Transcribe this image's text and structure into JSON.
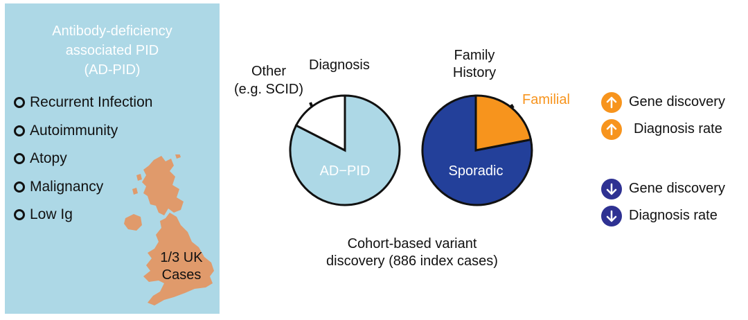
{
  "panel": {
    "title_lines": [
      "Antibody-deficiency",
      "associated PID",
      "(AD-PID)"
    ],
    "criteria": [
      "Recurrent Infection",
      "Autoimmunity",
      "Atopy",
      "Malignancy",
      "Low Ig"
    ],
    "map_label_lines": [
      "1/3 UK",
      "Cases"
    ]
  },
  "diagnosis_pie": {
    "title": "Diagnosis",
    "other_label_lines": [
      "Other",
      "(e.g. SCID)"
    ],
    "main_label": "AD−PID",
    "colors": {
      "main": "#add8e6",
      "other": "#ffffff"
    }
  },
  "family_pie": {
    "title_lines": [
      "Family",
      "History"
    ],
    "familial_label": "Familial",
    "sporadic_label": "Sporadic",
    "colors": {
      "sporadic": "#23409a",
      "familial": "#f7941d"
    }
  },
  "cohort_caption_lines": [
    "Cohort-based variant",
    "discovery (886 index cases)"
  ],
  "legend": {
    "up_color": "#f7941d",
    "down_color": "#2e3192",
    "up": [
      "Gene discovery",
      "Diagnosis rate"
    ],
    "down": [
      "Gene discovery",
      "Diagnosis rate"
    ]
  },
  "colors": {
    "panel_bg": "#add8e6",
    "map": "#e09a6b"
  }
}
